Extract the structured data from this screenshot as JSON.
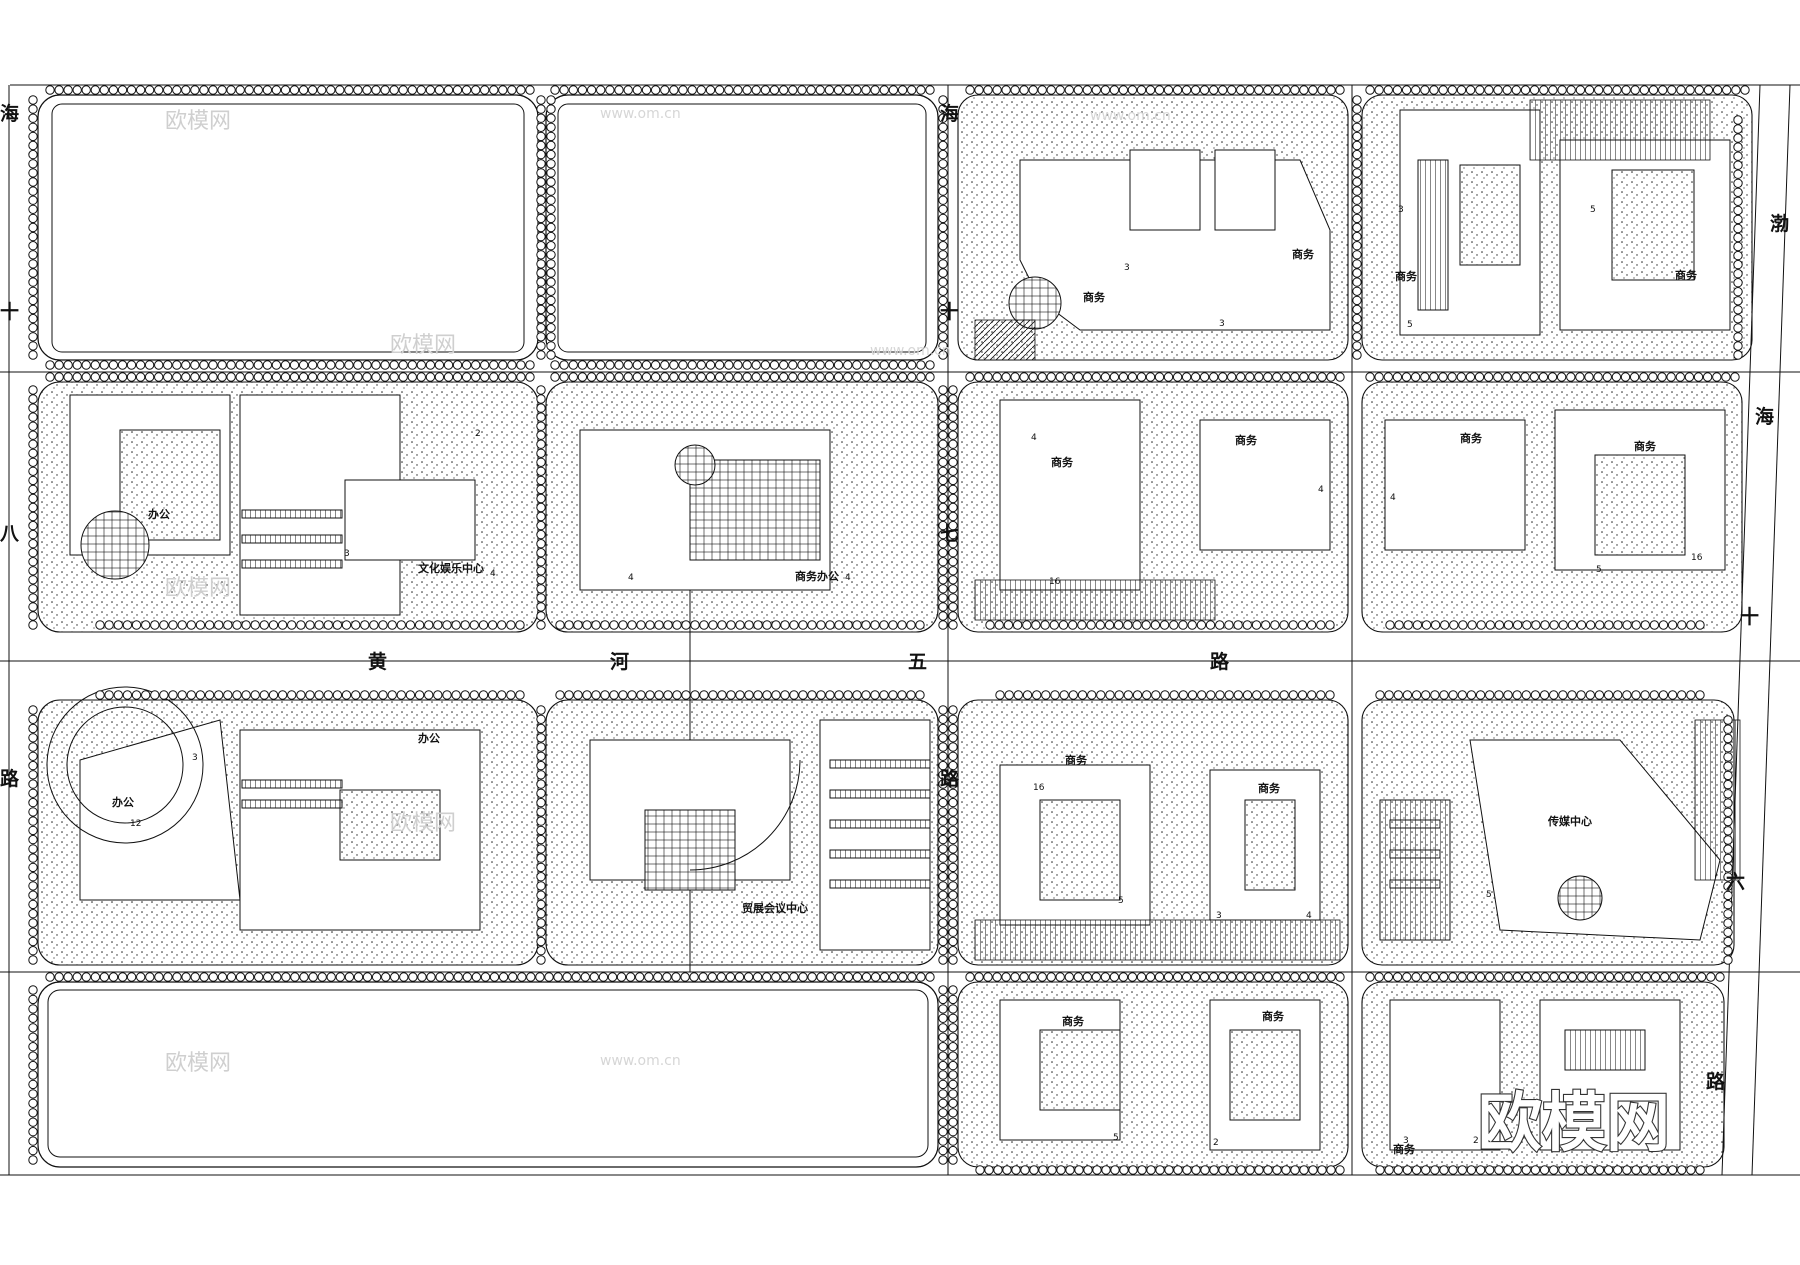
{
  "roads": {
    "south_road": [
      "黄",
      "河",
      "五",
      "路"
    ],
    "north_vertical": [
      "海",
      "十",
      "七",
      "路"
    ],
    "east_vertical": [
      "海",
      "十",
      "六",
      "路"
    ],
    "far_east": "渤",
    "far_west": [
      "海",
      "十",
      "八",
      "路"
    ]
  },
  "buildings": {
    "office_nw": "办公",
    "culture_center": "文化娱乐中心",
    "business_office": "商务办公",
    "office_sw": "办公",
    "office_sw_2": "办公",
    "expo_center": "贸展会议中心",
    "media_center": "传媒中心",
    "business": "商务"
  },
  "numbers": [
    "2",
    "3",
    "4",
    "5",
    "12",
    "16"
  ],
  "watermarks": {
    "cn": "欧模网",
    "url": "www.om.cn",
    "logo": "欧模网"
  }
}
